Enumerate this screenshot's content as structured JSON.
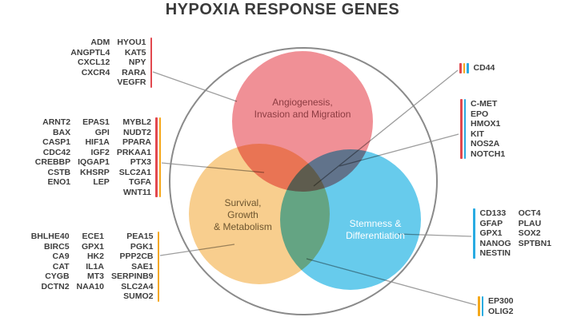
{
  "title": "HYPOXIA RESPONSE GENES",
  "colors": {
    "angiogenesis_fill": "#F09096",
    "survival_fill": "#F8CE8E",
    "stemness_fill": "#67CBEC",
    "bar_red": "#E2484F",
    "bar_orange": "#F5A81C",
    "bar_blue": "#29ABE2",
    "outer_ring": "#8A8A8A",
    "connector": "#9E9E9E"
  },
  "venn": {
    "sets": [
      {
        "label": "Angiogenesis,\nInvasion and Migration"
      },
      {
        "label": "Survival,\nGrowth\n& Metabolism"
      },
      {
        "label": "Stemness &\nDifferentiation"
      }
    ]
  },
  "gene_groups": [
    {
      "memberships": [
        "angiogenesis"
      ],
      "columns": [
        [
          "ADM",
          "ANGPTL4",
          "CXCL12",
          "CXCR4"
        ],
        [
          "HYOU1",
          "KAT5",
          "NPY",
          "RARA",
          "VEGFR"
        ]
      ]
    },
    {
      "memberships": [
        "angiogenesis",
        "survival"
      ],
      "columns": [
        [
          "ARNT2",
          "BAX",
          "CASP1",
          "CDC42",
          "CREBBP",
          "CSTB",
          "ENO1"
        ],
        [
          "EPAS1",
          "GPI",
          "HIF1A",
          "IGF2",
          "IQGAP1",
          "KHSRP",
          "LEP"
        ],
        [
          "MYBL2",
          "NUDT2",
          "PPARA",
          "PRKAA1",
          "PTX3",
          "SLC2A1",
          "TGFA",
          "WNT11"
        ]
      ]
    },
    {
      "memberships": [
        "survival"
      ],
      "columns": [
        [
          "BHLHE40",
          "BIRC5",
          "CA9",
          "CAT",
          "CYGB",
          "DCTN2"
        ],
        [
          "ECE1",
          "GPX1",
          "HK2",
          "IL1A",
          "MT3",
          "NAA10"
        ],
        [
          "PEA15",
          "PGK1",
          "PPP2CB",
          "SAE1",
          "SERPINB9",
          "SLC2A4",
          "SUMO2"
        ]
      ]
    },
    {
      "memberships": [
        "angiogenesis",
        "survival",
        "stemness"
      ],
      "columns": [
        [
          "CD44"
        ]
      ]
    },
    {
      "memberships": [
        "angiogenesis",
        "stemness"
      ],
      "columns": [
        [
          "C-MET",
          "EPO",
          "HMOX1",
          "KIT",
          "NOS2A",
          "NOTCH1"
        ]
      ]
    },
    {
      "memberships": [
        "stemness"
      ],
      "columns": [
        [
          "CD133",
          "GFAP",
          "GPX1",
          "NANOG",
          "NESTIN"
        ],
        [
          "OCT4",
          "PLAU",
          "SOX2",
          "SPTBN1"
        ]
      ]
    },
    {
      "memberships": [
        "survival",
        "stemness"
      ],
      "columns": [
        [
          "EP300",
          "OLIG2"
        ]
      ]
    }
  ]
}
